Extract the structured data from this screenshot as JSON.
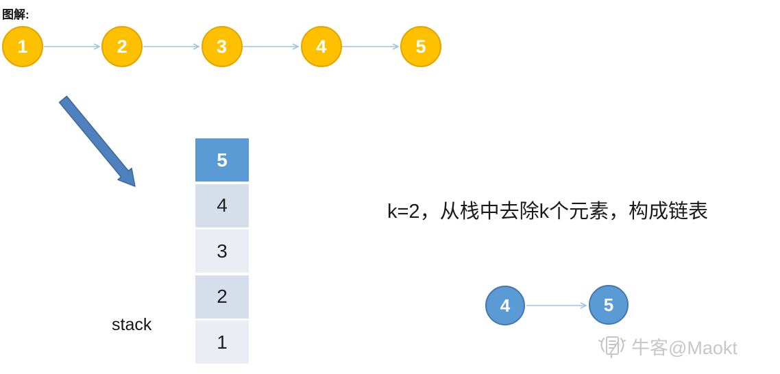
{
  "page": {
    "title_label": "图解:"
  },
  "top_linked_list": {
    "nodes": [
      "1",
      "2",
      "3",
      "4",
      "5"
    ],
    "node_fill": "#FFC000",
    "node_border": "#E2A500",
    "arrow_color": "#9DC3E6"
  },
  "big_arrow": {
    "fill": "#4E81BD",
    "border": "#3C6899"
  },
  "stack": {
    "label": "stack",
    "cells": [
      "5",
      "4",
      "3",
      "2",
      "1"
    ],
    "header_fill": "#5B9BD5",
    "band_fill_dark": "#D6DEEB",
    "band_fill_light": "#EAEDF4"
  },
  "caption": {
    "text": "k=2，从栈中去除k个元素，构成链表"
  },
  "result_linked_list": {
    "nodes": [
      "4",
      "5"
    ],
    "node_fill": "#5B9BD5",
    "node_border": "#4576AC",
    "arrow_color": "#9DC3E6"
  },
  "watermark": {
    "text": "牛客@Maokt",
    "icon": "nowcoder-logo-icon",
    "color": "#c7c7c7"
  }
}
